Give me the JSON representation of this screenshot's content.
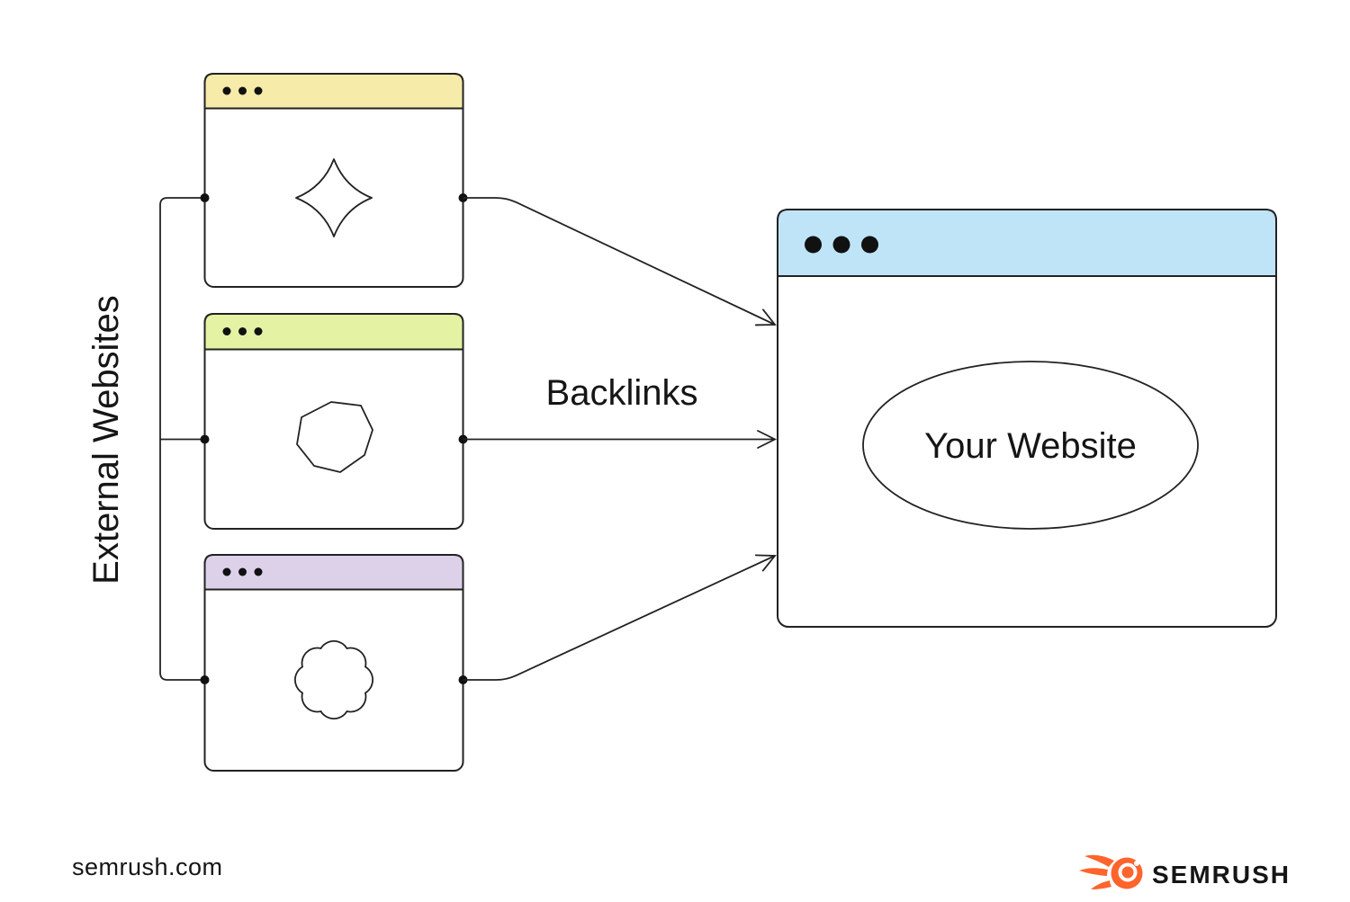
{
  "labels": {
    "external_websites": "External Websites",
    "backlinks": "Backlinks",
    "your_website": "Your Website"
  },
  "external_windows": [
    {
      "name": "external-site-1",
      "header_color": "#F6EBA8",
      "icon": "diamond-blob-icon"
    },
    {
      "name": "external-site-2",
      "header_color": "#E3F2A3",
      "icon": "hexagon-blob-icon"
    },
    {
      "name": "external-site-3",
      "header_color": "#DCD1E9",
      "icon": "flower-blob-icon"
    }
  ],
  "your_website_window": {
    "header_color": "#BFE4F8"
  },
  "colors": {
    "stroke": "#222222",
    "dot": "#111111",
    "text": "#151515",
    "brand_orange": "#FF642D",
    "background": "#FFFFFF"
  },
  "footer": {
    "left_text": "semrush.com",
    "brand_text": "SEMRUSH"
  }
}
